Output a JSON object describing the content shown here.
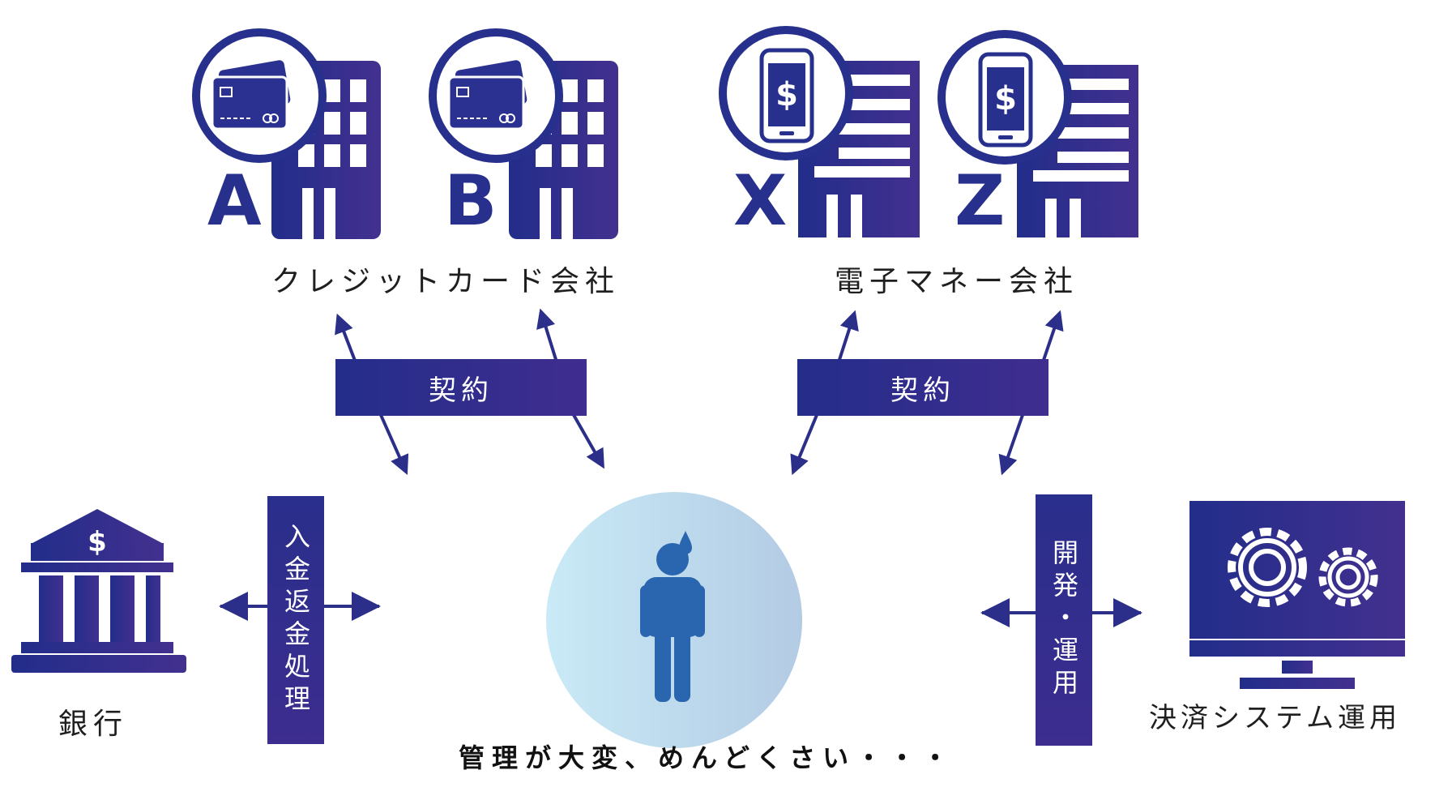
{
  "companies": {
    "credit": {
      "letters": [
        "A",
        "B"
      ],
      "label": "クレジットカード会社"
    },
    "emoney": {
      "letters": [
        "X",
        "Z"
      ],
      "label": "電子マネー会社"
    }
  },
  "contract_label": "契約",
  "bank": {
    "label": "銀行",
    "process": "入金返金処理"
  },
  "system": {
    "label": "決済システム運用",
    "process": "開発・運用"
  },
  "caption": "管理が大変、めんどくさい・・・",
  "colors": {
    "navy": "#242d8a",
    "purple": "#3f2d8f",
    "person": "#2a66b0",
    "circle_light": "#c7e7f3",
    "circle_dark": "#b5cde4"
  }
}
